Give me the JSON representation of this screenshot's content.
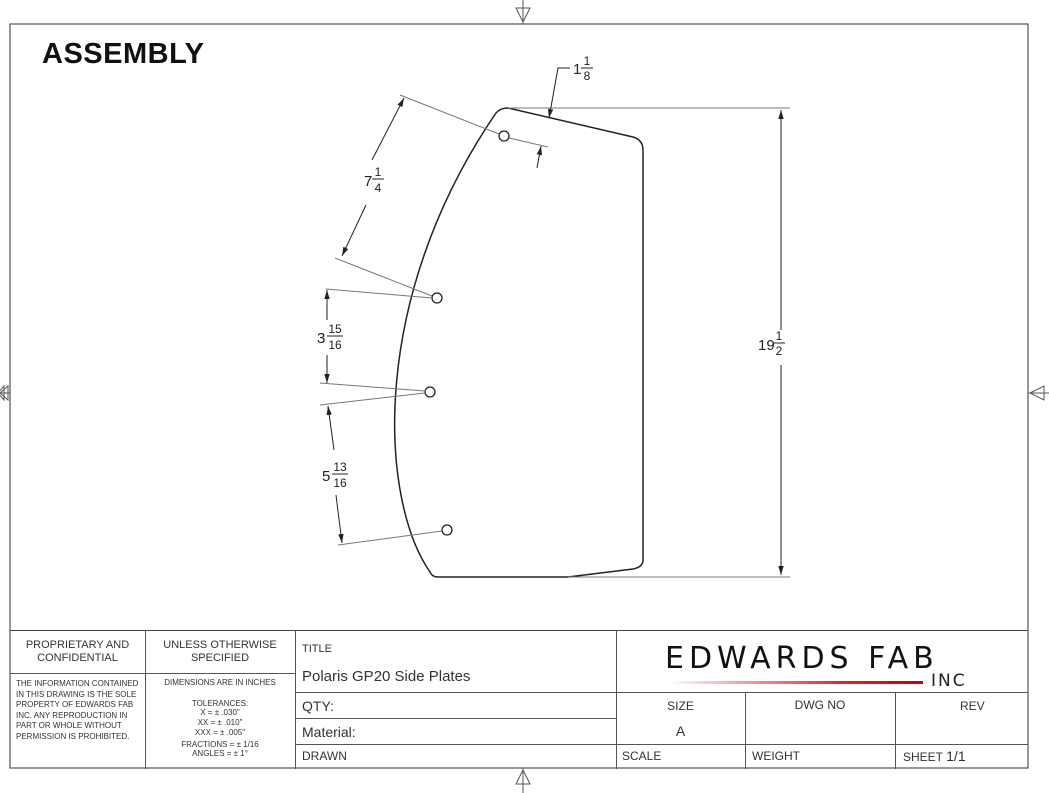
{
  "drawing": {
    "heading": "ASSEMBLY",
    "dimensions": {
      "height": {
        "whole": "19",
        "num": "1",
        "den": "2"
      },
      "top_hole_spacing": {
        "whole": "7",
        "num": "1",
        "den": "4"
      },
      "middle_hole_spacing": {
        "whole": "3",
        "num": "15",
        "den": "16"
      },
      "bottom_hole_spacing": {
        "whole": "5",
        "num": "13",
        "den": "16"
      },
      "top_edge_offset": {
        "whole": "1",
        "num": "1",
        "den": "8"
      }
    },
    "line_color": "#222222"
  },
  "title_block": {
    "proprietary_heading": "PROPRIETARY AND CONFIDENTIAL",
    "proprietary_text": "THE INFORMATION CONTAINED IN THIS DRAWING IS THE SOLE PROPERTY OF EDWARDS FAB INC. ANY REPRODUCTION IN PART OR WHOLE WITHOUT PERMISSION IS PROHIBITED.",
    "unless_heading": "UNLESS OTHERWISE SPECIFIED",
    "dimensions_note": "DIMENSIONS ARE IN INCHES",
    "tolerances_label": "TOLERANCES:",
    "tol_x": "X = ± .030\"",
    "tol_xx": "XX = ± .010\"",
    "tol_xxx": "XXX = ± .005\"",
    "tol_fractions": "FRACTIONS = ± 1/16",
    "tol_angles": "ANGLES = ± 1°",
    "title_label": "TITLE",
    "title_value": "Polaris GP20 Side Plates",
    "qty_label": "QTY:",
    "material_label": "Material:",
    "drawn_label": "DRAWN",
    "logo_name": "EDWARDS FAB",
    "logo_suffix": "INC",
    "logo_accent": "#e0202a",
    "size_label": "SIZE",
    "size_value": "A",
    "dwg_no_label": "DWG NO",
    "rev_label": "REV",
    "scale_label": "SCALE",
    "weight_label": "WEIGHT",
    "sheet_label": "SHEET",
    "sheet_value": "1/1"
  }
}
